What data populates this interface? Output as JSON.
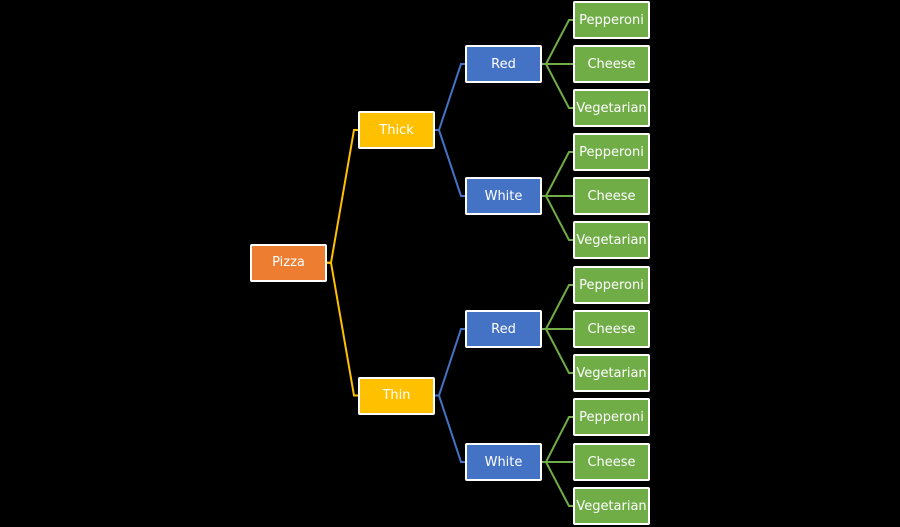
{
  "colors": {
    "background": "#000000",
    "root": "#ED7D31",
    "crust": "#FFC000",
    "sauce": "#4472C4",
    "topping": "#70AD47",
    "border": "#FFFFFF",
    "text": "#FFFFFF"
  },
  "tree": {
    "label": "Pizza",
    "children": [
      {
        "label": "Thick",
        "children": [
          {
            "label": "Red",
            "children": [
              {
                "label": "Pepperoni"
              },
              {
                "label": "Cheese"
              },
              {
                "label": "Vegetarian"
              }
            ]
          },
          {
            "label": "White",
            "children": [
              {
                "label": "Pepperoni"
              },
              {
                "label": "Cheese"
              },
              {
                "label": "Vegetarian"
              }
            ]
          }
        ]
      },
      {
        "label": "Thin",
        "children": [
          {
            "label": "Red",
            "children": [
              {
                "label": "Pepperoni"
              },
              {
                "label": "Cheese"
              },
              {
                "label": "Vegetarian"
              }
            ]
          },
          {
            "label": "White",
            "children": [
              {
                "label": "Pepperoni"
              },
              {
                "label": "Cheese"
              },
              {
                "label": "Vegetarian"
              }
            ]
          }
        ]
      }
    ]
  }
}
